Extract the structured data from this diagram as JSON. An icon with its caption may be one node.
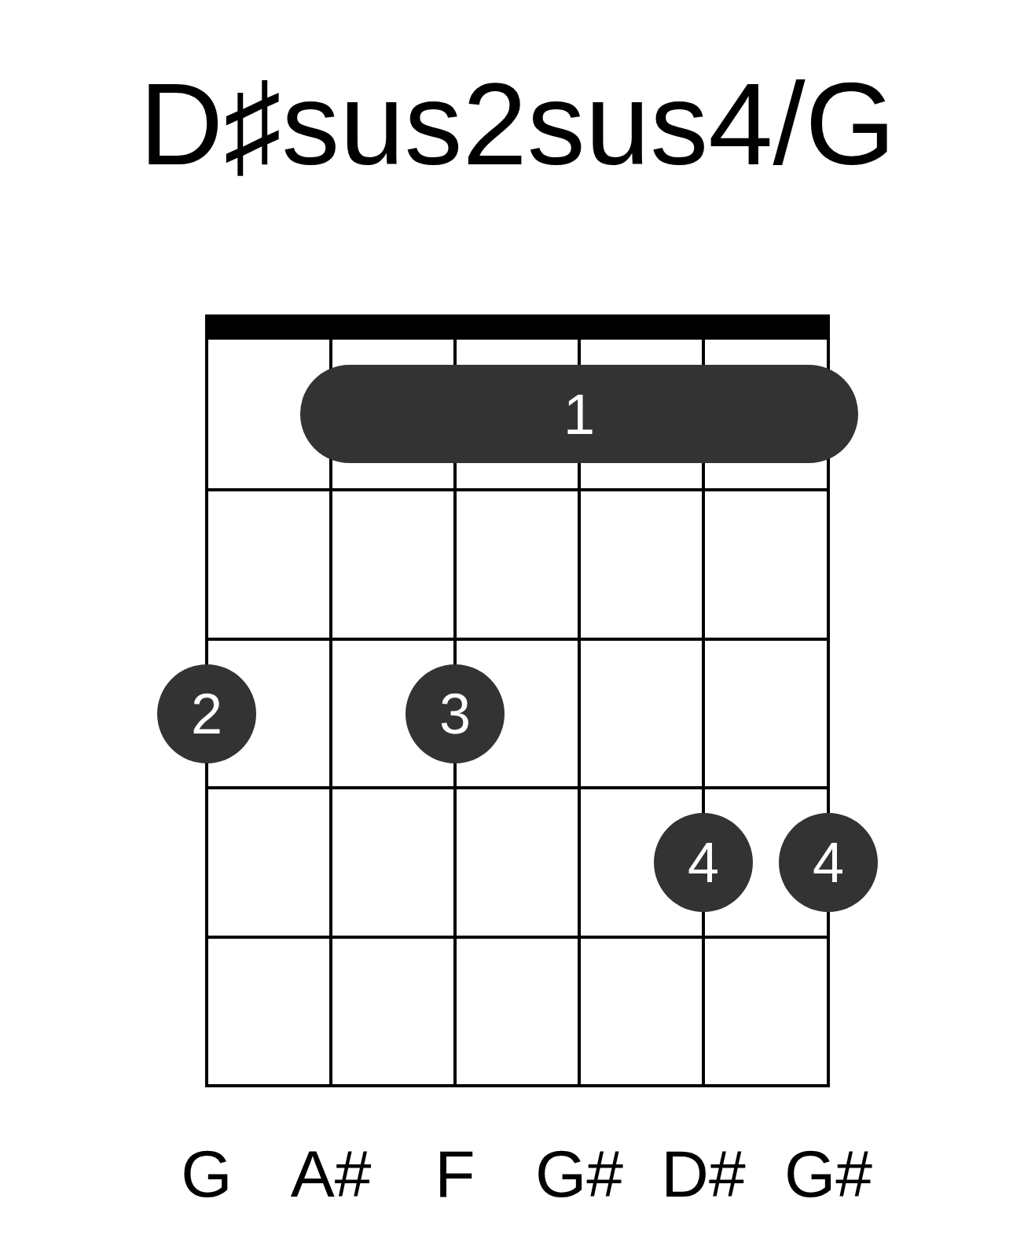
{
  "diagram": {
    "title": "D♯sus2sus4/G",
    "nodes": [
      {
        "text": [
          "1"
        ]
      },
      {
        "text": [
          "2"
        ]
      },
      {
        "text": [
          "3"
        ]
      },
      {
        "text": [
          "4"
        ]
      },
      {
        "text": [
          "4"
        ]
      }
    ],
    "edges": [],
    "labels": [
      "G",
      "A#",
      "F",
      "G#",
      "D#",
      "G#"
    ]
  }
}
